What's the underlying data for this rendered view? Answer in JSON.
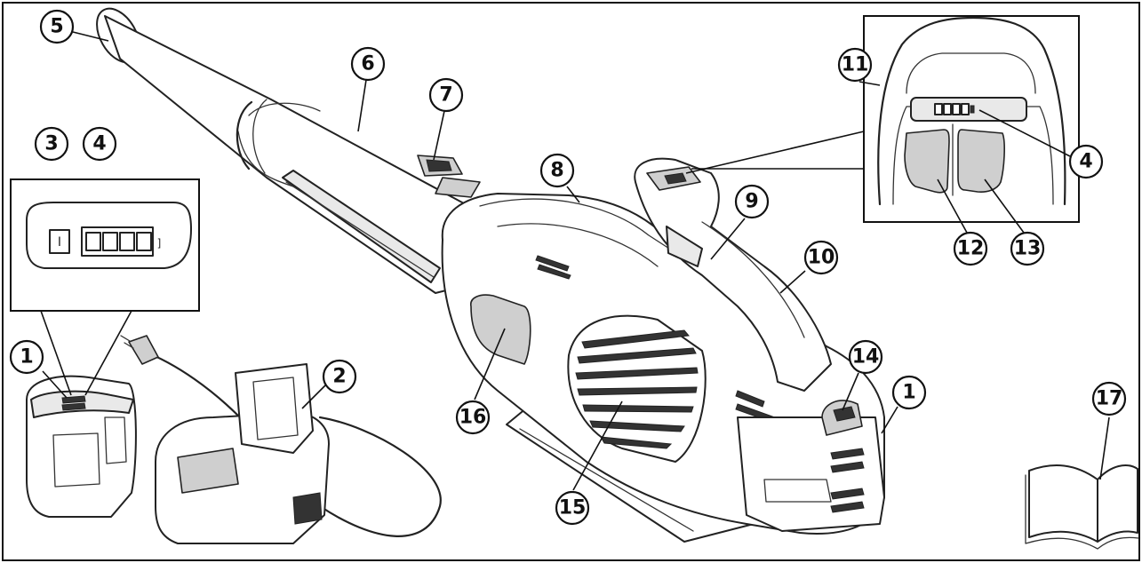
{
  "callouts": [
    {
      "id": "c1a",
      "label": "1"
    },
    {
      "id": "c1b",
      "label": "1"
    },
    {
      "id": "c2",
      "label": "2"
    },
    {
      "id": "c3",
      "label": "3"
    },
    {
      "id": "c4a",
      "label": "4"
    },
    {
      "id": "c4b",
      "label": "4"
    },
    {
      "id": "c5",
      "label": "5"
    },
    {
      "id": "c6",
      "label": "6"
    },
    {
      "id": "c7",
      "label": "7"
    },
    {
      "id": "c8",
      "label": "8"
    },
    {
      "id": "c9",
      "label": "9"
    },
    {
      "id": "c10",
      "label": "10"
    },
    {
      "id": "c11",
      "label": "11"
    },
    {
      "id": "c12",
      "label": "12"
    },
    {
      "id": "c13",
      "label": "13"
    },
    {
      "id": "c14",
      "label": "14"
    },
    {
      "id": "c15",
      "label": "15"
    },
    {
      "id": "c16",
      "label": "16"
    },
    {
      "id": "c17",
      "label": "17"
    }
  ],
  "battery_gauge": {
    "power_symbol": "I",
    "cells": 4,
    "tail": "]"
  }
}
